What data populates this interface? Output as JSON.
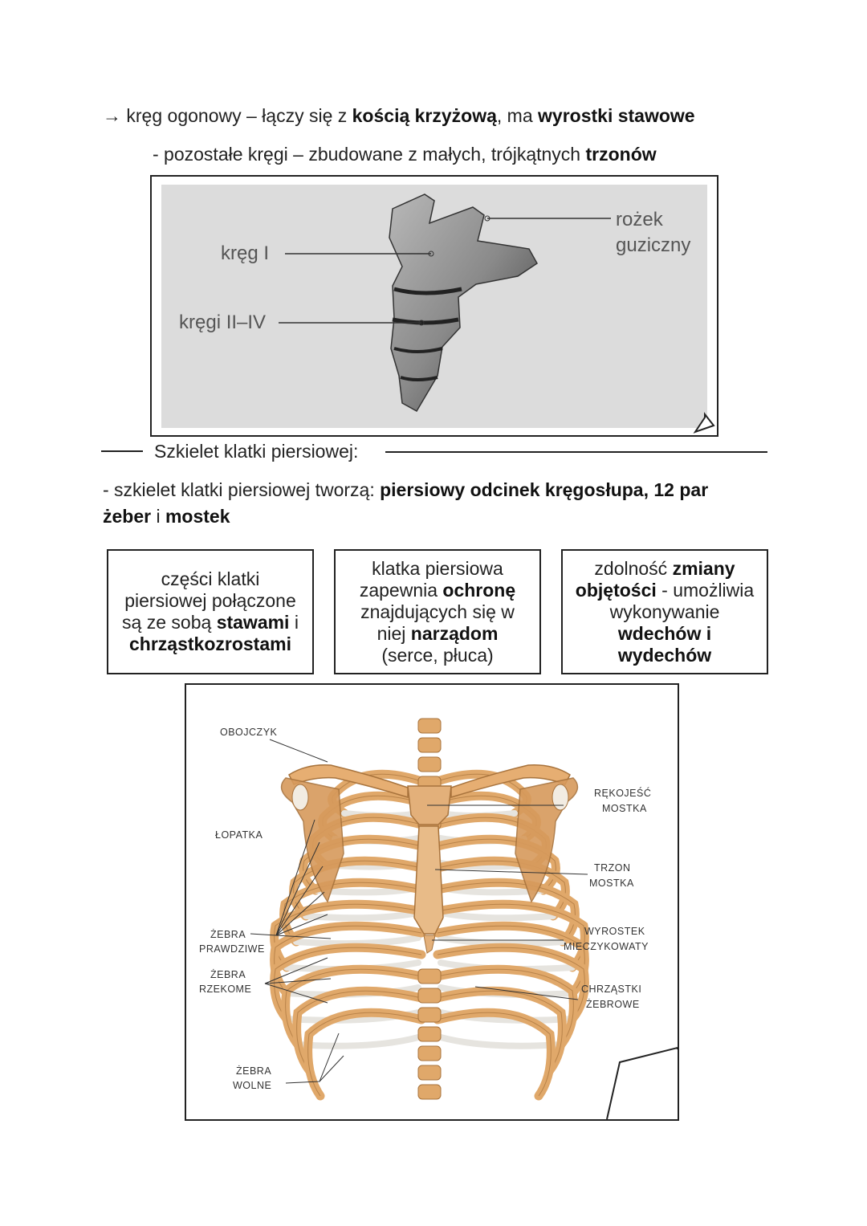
{
  "coccyx": {
    "line1": {
      "arrow": "→",
      "a": " kręg ogonowy – łączy się z ",
      "b": "kością krzyżową",
      "c": ", ma ",
      "d": "wyrostki stawowe"
    },
    "line2": {
      "a": "- pozostałe kręgi – zbudowane z małych, trójkątnych ",
      "b": "trzonów"
    },
    "labels": {
      "vertebra1": "kręg I",
      "vertebrae2_4": "kręgi II–IV",
      "horn1": "rożek",
      "horn2": "guziczny"
    }
  },
  "thorax": {
    "heading": "Szkielet klatki piersiowej:",
    "para": {
      "a": "- szkielet klatki piersiowej tworzą: ",
      "b": "piersiowy odcinek kręgosłupa, 12 par",
      "c": "żeber",
      "d": " i ",
      "e": "mostek"
    },
    "box1": {
      "a": "części klatki",
      "b": "piersiowej połączone",
      "c": "są ze sobą ",
      "d": "stawami",
      "e": " i",
      "f": "chrząstkozrostami"
    },
    "box2": {
      "a": "klatka piersiowa",
      "b": "zapewnia ",
      "c": "ochronę",
      "d": "znajdujących się w",
      "e": "niej ",
      "f": "narządom",
      "g": "(serce, płuca)"
    },
    "box3": {
      "a": "zdolność ",
      "b": "zmiany",
      "c": "objętości",
      "d": " - umożliwia",
      "e": "wykonywanie",
      "f": "wdechów i",
      "g": "wydechów"
    },
    "labels": {
      "clavicle": "OBOJCZYK",
      "scapula": "ŁOPATKA",
      "true_ribs1": "ŻEBRA",
      "true_ribs2": "PRAWDZIWE",
      "false_ribs1": "ŻEBRA",
      "false_ribs2": "RZEKOME",
      "floating_ribs1": "ŻEBRA",
      "floating_ribs2": "WOLNE",
      "manubrium1": "RĘKOJEŚĆ",
      "manubrium2": "MOSTKA",
      "body1": "TRZON",
      "body2": "MOSTKA",
      "xiphoid1": "WYROSTEK",
      "xiphoid2": "MIECZYKOWATY",
      "cartilage1": "CHRZĄSTKI",
      "cartilage2": "ŻEBROWE"
    }
  },
  "colors": {
    "bone": "#e0a86a",
    "bone_dark": "#a8733c",
    "cartilage": "#e6e4df",
    "photo_bg": "#dcdcdc"
  }
}
